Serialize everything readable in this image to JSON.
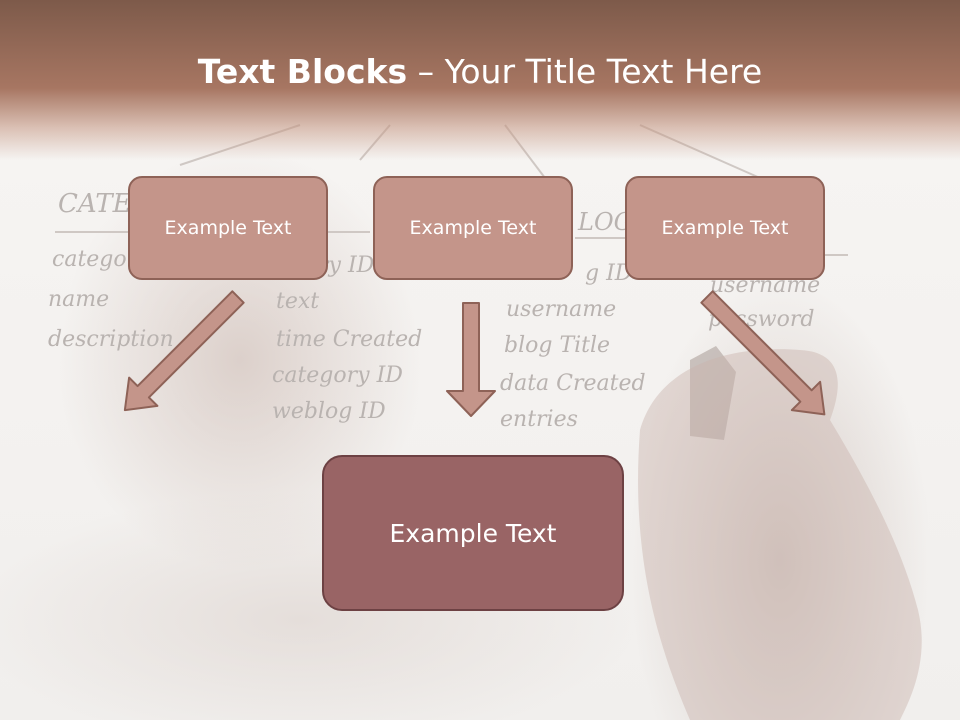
{
  "slide": {
    "title_bold": "Text Blocks",
    "title_separator": " – ",
    "title_rest": "Your Title Text Here",
    "boxes": [
      {
        "label": "Example Text"
      },
      {
        "label": "Example Text"
      },
      {
        "label": "Example Text"
      }
    ],
    "main_box": {
      "label": "Example Text"
    }
  },
  "background_notes": {
    "left_header": "CATE",
    "left_fields": [
      "categor",
      "name",
      "description"
    ],
    "middle_fields": [
      "ry ID",
      "text",
      "time Created",
      "category ID",
      "weblog ID"
    ],
    "right_header": "LOG",
    "right_fields": [
      "g ID",
      "username",
      "blog Title",
      "data Created",
      "entries"
    ],
    "far_right_fields": [
      "username",
      "password"
    ]
  },
  "colors": {
    "header_top": "#7d5a4a",
    "header_bottom": "#a77662",
    "box_fill": "#c4958a",
    "box_border": "#8e6257",
    "main_box_fill": "#996465",
    "main_box_border": "#6d4143",
    "arrow_fill": "#c4958a",
    "arrow_stroke": "#8e6257",
    "text": "#ffffff"
  }
}
